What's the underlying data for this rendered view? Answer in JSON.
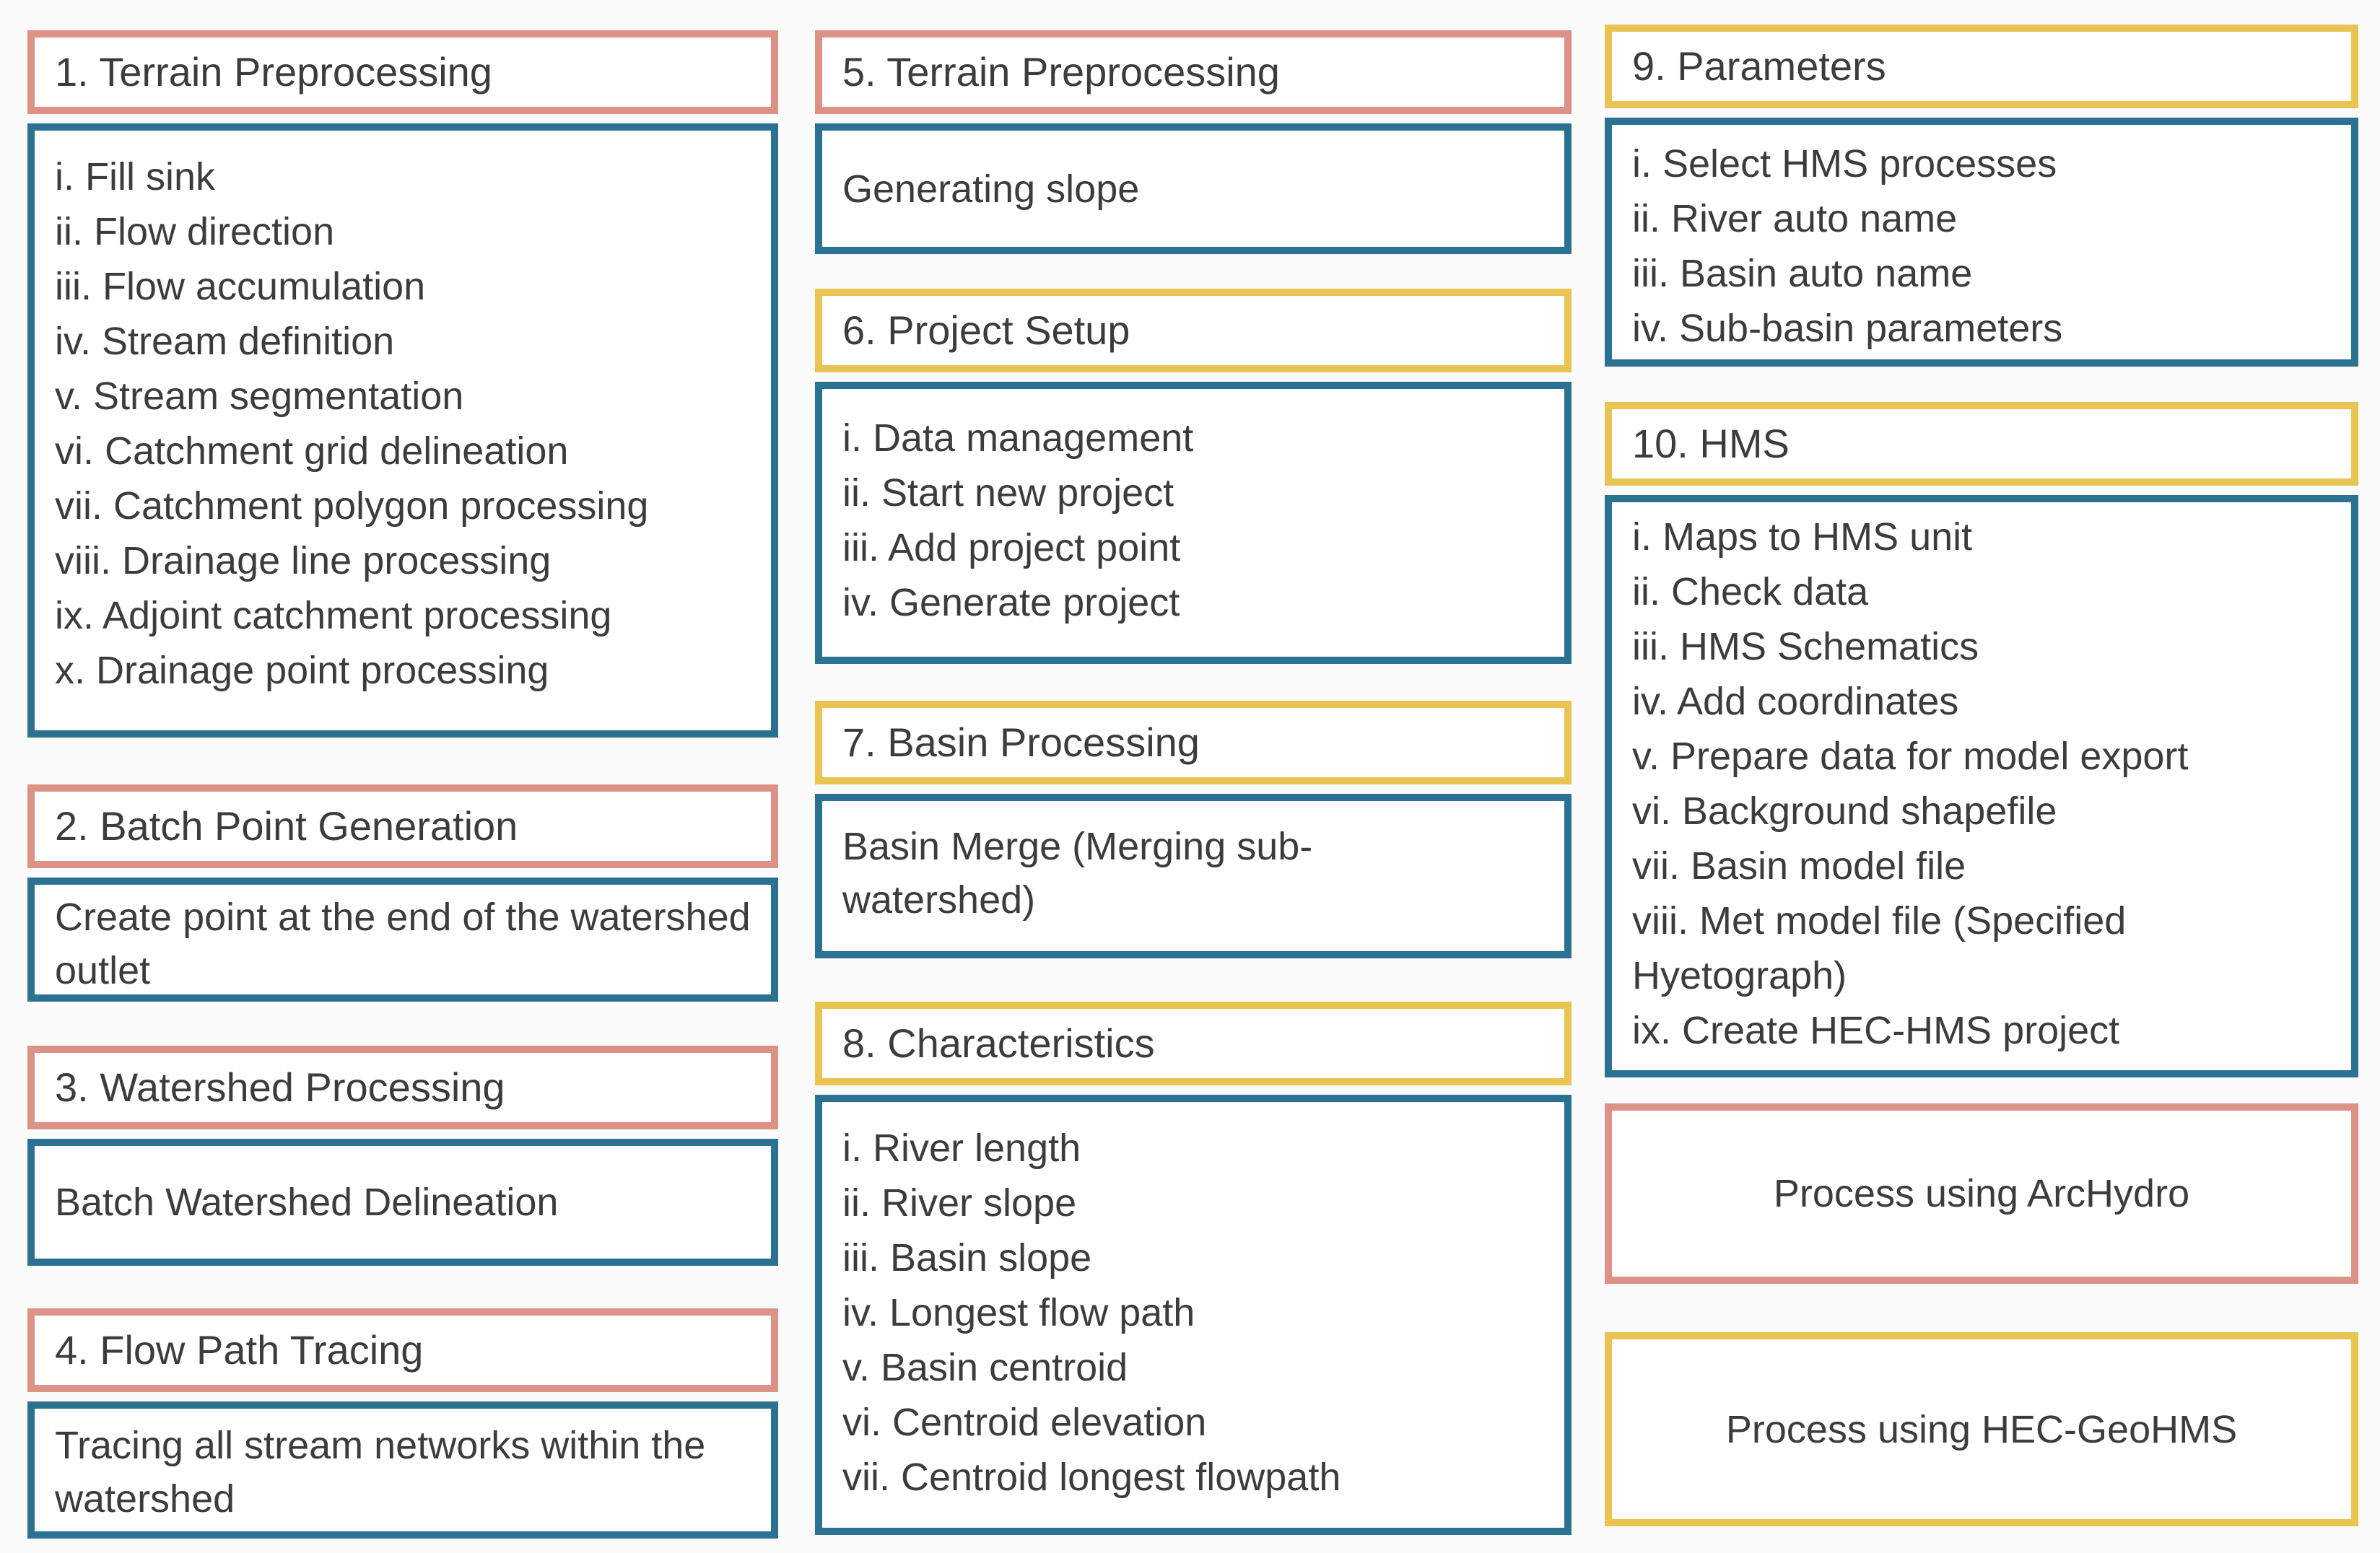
{
  "palette": {
    "archydro_border": "#dd9287",
    "geohms_border": "#e9c453",
    "body_border": "#2b7191",
    "text": "#3c3c3c",
    "background": "#fbfbfb",
    "box_fill": "#ffffff"
  },
  "boxes": [
    {
      "title": "1. Terrain Preprocessing",
      "tool": "archydro",
      "items": [
        "i. Fill sink",
        "ii. Flow direction",
        "iii. Flow accumulation",
        "iv. Stream definition",
        "v. Stream segmentation",
        "vi. Catchment grid delineation",
        "vii. Catchment polygon processing",
        "viii. Drainage line processing",
        "ix. Adjoint catchment processing",
        "x. Drainage point processing"
      ]
    },
    {
      "title": "2. Batch Point Generation",
      "tool": "archydro",
      "text": "Create point at the end of the watershed outlet"
    },
    {
      "title": "3. Watershed Processing",
      "tool": "archydro",
      "text": "Batch Watershed Delineation"
    },
    {
      "title": "4. Flow Path Tracing",
      "tool": "archydro",
      "text": "Tracing all stream networks within the watershed"
    },
    {
      "title": "5. Terrain Preprocessing",
      "tool": "archydro",
      "text": "Generating slope"
    },
    {
      "title": "6. Project Setup",
      "tool": "geohms",
      "items": [
        "i. Data management",
        "ii. Start new project",
        "iii. Add project point",
        "iv. Generate project"
      ]
    },
    {
      "title": "7. Basin Processing",
      "tool": "geohms",
      "text": "Basin Merge (Merging sub-watershed)"
    },
    {
      "title": "8. Characteristics",
      "tool": "geohms",
      "items": [
        "i. River length",
        "ii. River slope",
        "iii. Basin slope",
        "iv. Longest flow path",
        "v. Basin centroid",
        "vi. Centroid elevation",
        "vii. Centroid longest flowpath"
      ]
    },
    {
      "title": "9. Parameters",
      "tool": "geohms",
      "items": [
        "i. Select HMS processes",
        "ii. River auto name",
        "iii. Basin auto name",
        "iv. Sub-basin parameters"
      ]
    },
    {
      "title": "10. HMS",
      "tool": "geohms",
      "items": [
        "i. Maps to HMS unit",
        "ii. Check data",
        "iii. HMS Schematics",
        "iv. Add coordinates",
        "v. Prepare data for model export",
        "vi. Background shapefile",
        "vii. Basin model file",
        "viii. Met model file (Specified Hyetograph)",
        "ix. Create HEC-HMS project"
      ]
    }
  ],
  "legend": [
    {
      "label": "Process using ArcHydro",
      "tool": "archydro"
    },
    {
      "label": "Process using HEC-GeoHMS",
      "tool": "geohms"
    }
  ]
}
